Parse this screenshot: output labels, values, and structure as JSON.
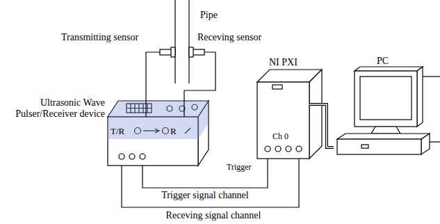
{
  "diagram": {
    "nodes": [
      {
        "text": [
          "Transmitting sensor"
        ]
      },
      {
        "text": [
          "Receving sensor"
        ]
      },
      {
        "text": [
          "Ultrasonic Wave Pulser/Receiver device",
          "T/R",
          "R"
        ]
      },
      {
        "text": [
          "NI PXI",
          "Ch 0"
        ]
      },
      {
        "text": [
          "PC"
        ]
      }
    ],
    "edges": [
      {
        "from": 0,
        "to": 2,
        "arrow": "none"
      },
      {
        "from": 1,
        "to": 2,
        "arrow": "none"
      },
      {
        "from": 2,
        "to": 3,
        "label": "Trigger signal channel",
        "arrow": "none"
      },
      {
        "from": 2,
        "to": 3,
        "label": "Receving signal channel",
        "arrow": "none"
      },
      {
        "from": 3,
        "to": 4,
        "arrow": "none"
      }
    ],
    "labels": [
      "Pipe",
      "Trigger"
    ]
  }
}
